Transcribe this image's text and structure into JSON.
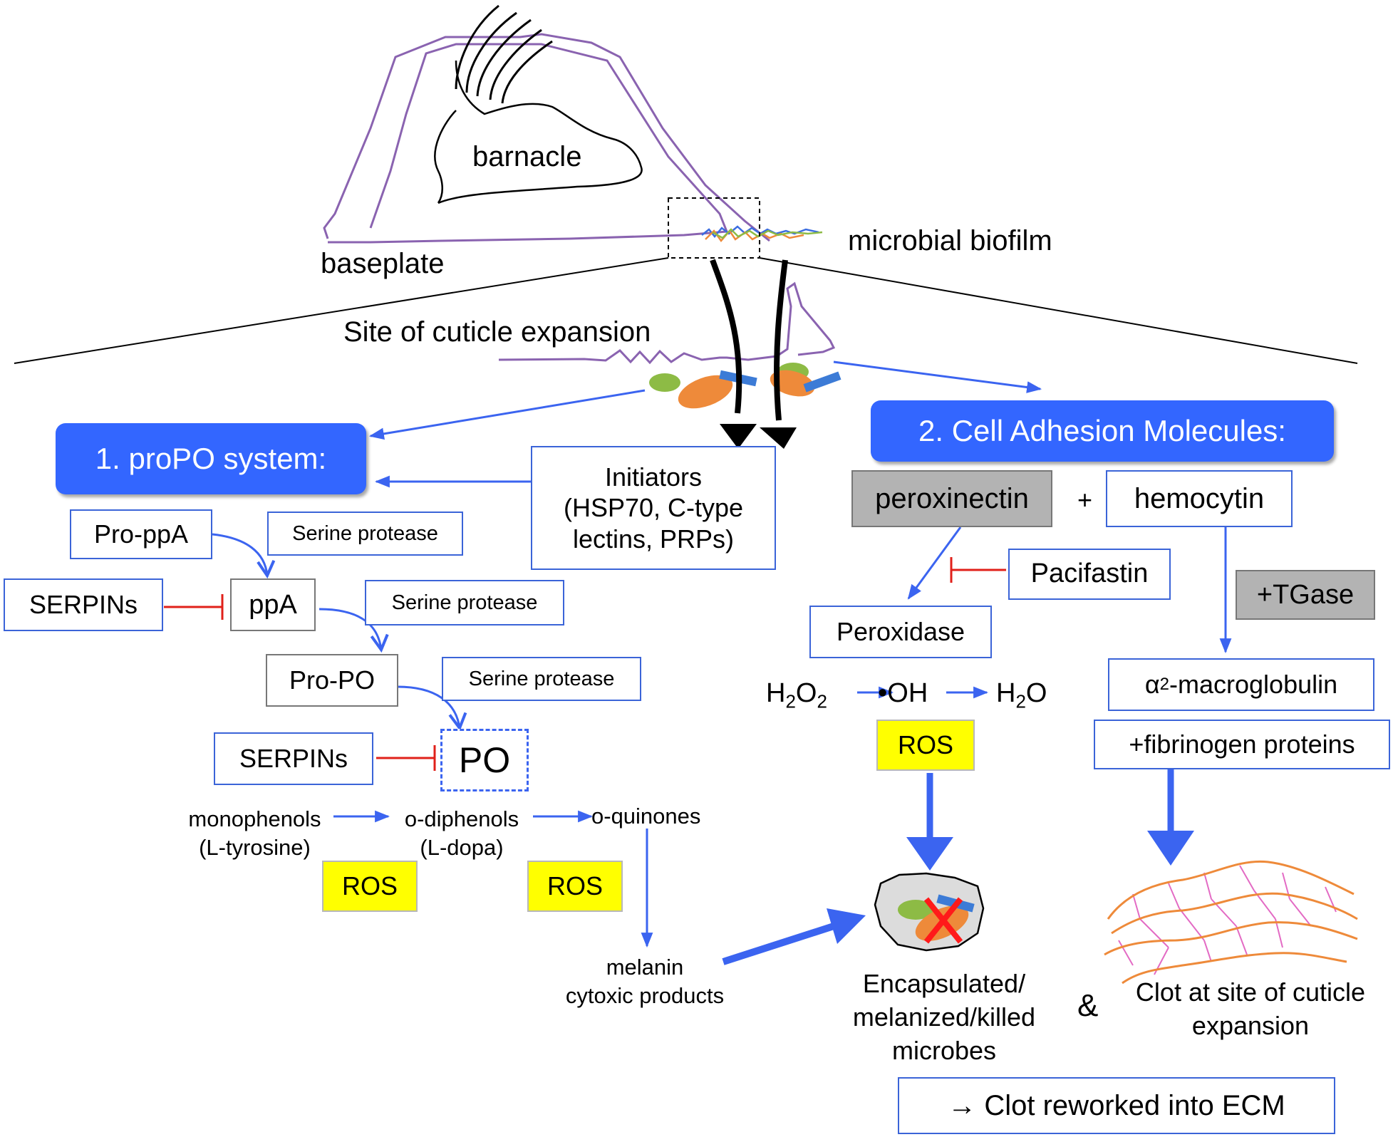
{
  "top": {
    "barnacle": "barnacle",
    "baseplate": "baseplate",
    "biofilm": "microbial biofilm",
    "site": "Site of cuticle expansion"
  },
  "left": {
    "header": "1. proPO system:",
    "initiators": {
      "line1": "Initiators",
      "line2": "(HSP70, C-type",
      "line3": "lectins, PRPs)"
    },
    "pro_ppa": "Pro-ppA",
    "serine1": "Serine protease",
    "serpins1": "SERPINs",
    "ppa": "ppA",
    "serine2": "Serine protease",
    "pro_po": "Pro-PO",
    "serine3": "Serine protease",
    "serpins2": "SERPINs",
    "po": "PO",
    "monophenols": "monophenols",
    "l_tyrosine": "(L-tyrosine)",
    "diphenols": "o-diphenols",
    "l_dopa": "(L-dopa)",
    "quinones": "o-quinones",
    "ros1": "ROS",
    "ros2": "ROS",
    "melanin": "melanin",
    "cytoxic": "cytoxic products"
  },
  "right": {
    "header": "2. Cell Adhesion Molecules:",
    "peroxinectin": "peroxinectin",
    "plus": "+",
    "hemocytin": "hemocytin",
    "pacifastin": "Pacifastin",
    "tgase": "+TGase",
    "peroxidase": "Peroxidase",
    "h2o2": {
      "a": "H",
      "sub1": "2",
      "b": "O",
      "sub2": "2"
    },
    "oh": "•OH",
    "h2o": {
      "a": "H",
      "sub": "2",
      "b": "O"
    },
    "ros": "ROS",
    "macroglobulin": {
      "alpha": "α",
      "sub": "2",
      "rest": "-macroglobulin"
    },
    "fibrinogen": "+fibrinogen proteins",
    "microbes": {
      "line1": "Encapsulated/",
      "line2": "melanized/killed",
      "line3": "microbes"
    },
    "amp": "&",
    "clot": {
      "line1": "Clot at site of cuticle",
      "line2": "expansion"
    },
    "ecm": "→ Clot reworked into ECM"
  },
  "colors": {
    "blue": "#3366ff",
    "arrow_blue": "#3b64f0",
    "red": "#e0201a",
    "purple": "#8a63b0",
    "yellow": "#ffff00",
    "gray": "#b3b3b3",
    "orange": "#ee8a3a",
    "green": "#8dbb45",
    "pink": "#e36bc4"
  }
}
